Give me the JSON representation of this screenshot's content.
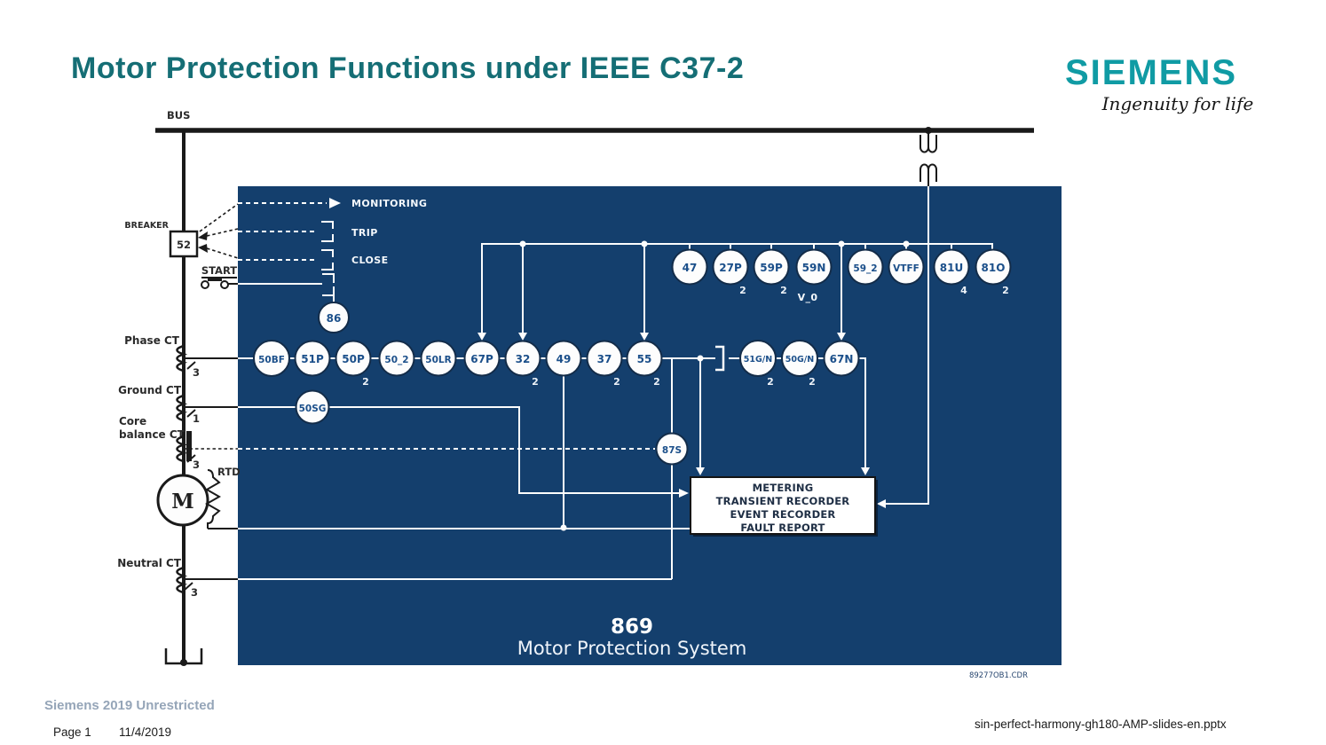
{
  "slide": {
    "title": "Motor Protection Functions under IEEE C37-2",
    "brand": {
      "logo": "SIEMENS",
      "tagline": "Ingenuity for life"
    },
    "footer": {
      "classification": "Siemens 2019 Unrestricted",
      "page": "Page 1",
      "date": "11/4/2019",
      "filename": "sin-perfect-harmony-gh180-AMP-slides-en.pptx"
    }
  },
  "diagram": {
    "bus_label": "BUS",
    "breaker_label": "BREAKER",
    "breaker_number": "52",
    "start_label": "START",
    "signals": {
      "monitoring": "MONITORING",
      "trip": "TRIP",
      "close": "CLOSE"
    },
    "ct_labels": {
      "phase": "Phase CT",
      "phase_count": "3",
      "ground": "Ground CT",
      "ground_count": "1",
      "core_line1": "Core",
      "core_line2": "balance CT",
      "core_count": "3",
      "neutral": "Neutral CT",
      "neutral_count": "3"
    },
    "motor_label": "M",
    "rtd_label": "RTD",
    "v0_label": "V_0",
    "top_row": [
      {
        "label": "47",
        "sub": ""
      },
      {
        "label": "27P",
        "sub": "2"
      },
      {
        "label": "59P",
        "sub": "2"
      },
      {
        "label": "59N",
        "sub": ""
      },
      {
        "label": "59_2",
        "sub": ""
      },
      {
        "label": "VTFF",
        "sub": ""
      },
      {
        "label": "81U",
        "sub": "4"
      },
      {
        "label": "81O",
        "sub": "2"
      }
    ],
    "main_row": [
      {
        "label": "50BF",
        "sub": ""
      },
      {
        "label": "51P",
        "sub": ""
      },
      {
        "label": "50P",
        "sub": "2"
      },
      {
        "label": "50_2",
        "sub": ""
      },
      {
        "label": "50LR",
        "sub": ""
      },
      {
        "label": "67P",
        "sub": ""
      },
      {
        "label": "32",
        "sub": "2"
      },
      {
        "label": "49",
        "sub": ""
      },
      {
        "label": "37",
        "sub": "2"
      },
      {
        "label": "55",
        "sub": "2"
      },
      {
        "label": "51G/N",
        "sub": "2"
      },
      {
        "label": "50G/N",
        "sub": "2"
      },
      {
        "label": "67N",
        "sub": ""
      }
    ],
    "aux_nodes": {
      "lockout": {
        "label": "86"
      },
      "sensitive_ground": {
        "label": "50SG"
      },
      "split_phase_diff": {
        "label": "87S"
      }
    },
    "recorder_box": {
      "lines": [
        "METERING",
        "TRANSIENT RECORDER",
        "EVENT RECORDER",
        "FAULT REPORT"
      ]
    },
    "device": {
      "number": "869",
      "name": "Motor Protection System"
    },
    "doc_ref": "89277OB1.CDR",
    "colors": {
      "panel_blue": "#143f6d",
      "title_teal": "#156e75",
      "logo_teal": "#109ba4",
      "circle_text_blue": "#1b4f8a"
    }
  }
}
